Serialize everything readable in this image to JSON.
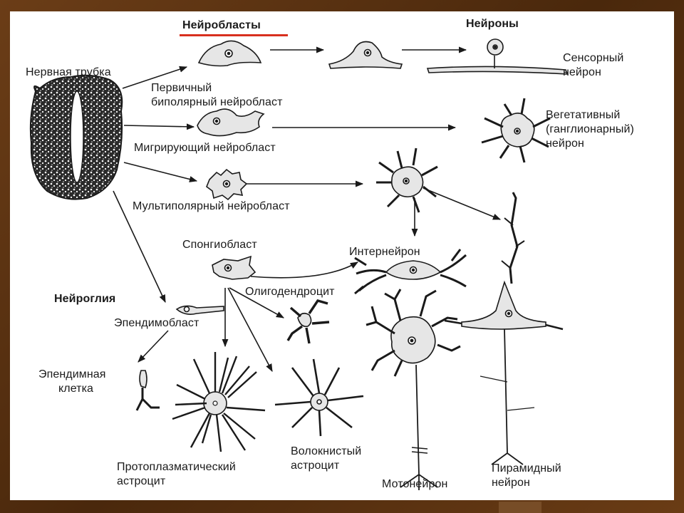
{
  "colors": {
    "frame": "#5a3212",
    "panel": "#ffffff",
    "ink": "#1a1a1a",
    "underline": "#d8301e",
    "cell_fill": "#e6e6e6"
  },
  "headers": {
    "neuroblasts": "Нейробласты",
    "neurons": "Нейроны",
    "neuroglia": "Нейроглия"
  },
  "labels": {
    "neural_tube": "Нервная трубка",
    "primary_bipolar_line1": "Первичный",
    "primary_bipolar_line2": "биполярный нейробласт",
    "migrating": "Мигрирующий нейробласт",
    "multipolar": "Мультиполярный нейробласт",
    "sensory_line1": "Сенсорный",
    "sensory_line2": "нейрон",
    "vegetative_line1": "Вегетативный",
    "vegetative_line2": "(ганглионарный)",
    "vegetative_line3": "нейрон",
    "spongioblast": "Спонгиобласт",
    "interneuron": "Интернейрон",
    "oligodendrocyte": "Олигодендроцит",
    "ependymoblast": "Эпендимобласт",
    "ependymal_line1": "Эпендимная",
    "ependymal_line2": "клетка",
    "protoplasmic_line1": "Протоплазматический",
    "protoplasmic_line2": "астроцит",
    "fibrous_line1": "Волокнистый",
    "fibrous_line2": "астроцит",
    "motoneuron": "Мотонейрон",
    "pyramidal_line1": "Пирамидный",
    "pyramidal_line2": "нейрон"
  },
  "icons": [
    "neural-tube-icon",
    "neuroblast-cell-icon",
    "neuron-cell-icon",
    "glial-cell-icon",
    "arrow-icon"
  ]
}
